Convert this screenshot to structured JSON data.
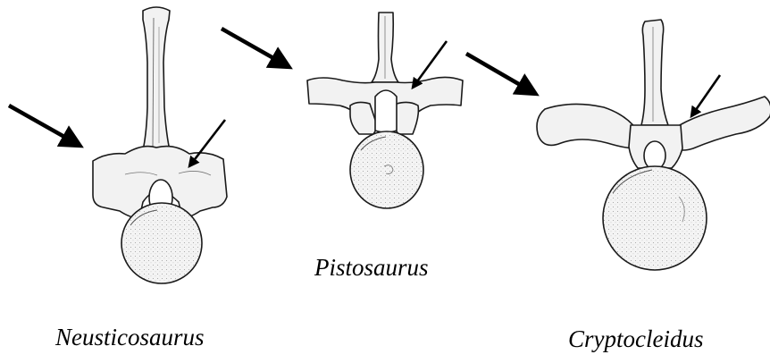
{
  "figure": {
    "specimens": [
      {
        "label": "Neusticosaurus"
      },
      {
        "label": "Pistosaurus"
      },
      {
        "label": "Cryptocleidus"
      }
    ],
    "colors": {
      "bone_fill": "#f2f2f2",
      "outline": "#1a1a1a",
      "shading": "#9a9a9a",
      "arrow": "#000000"
    }
  }
}
